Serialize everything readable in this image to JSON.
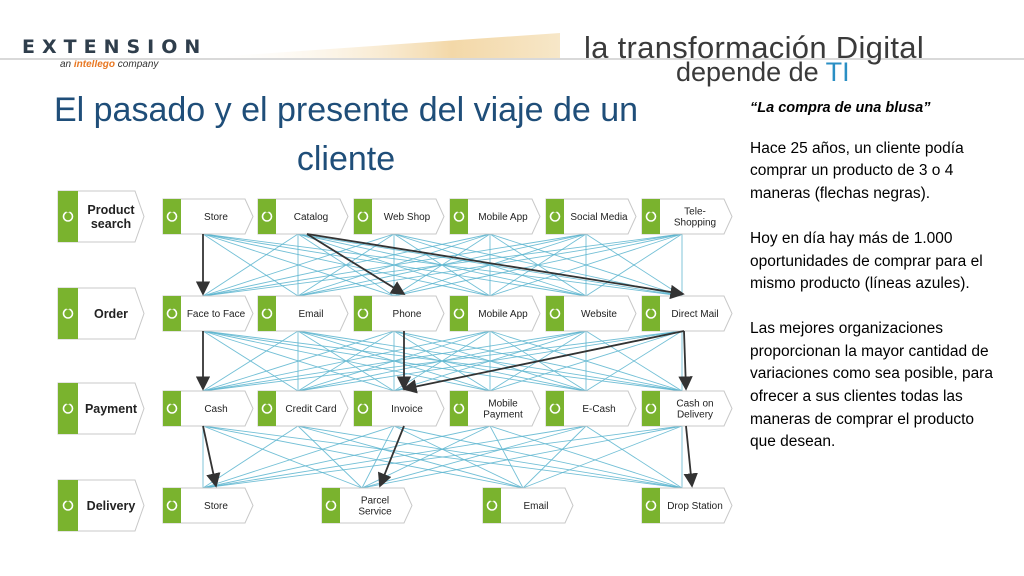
{
  "header": {
    "logo_text": "EXTENSION",
    "logo_sub_prefix": "an ",
    "logo_sub_brand": "intellego",
    "logo_sub_suffix": " company",
    "tagline_line1": "la transformación Digital",
    "tagline_line2_prefix": "depende de ",
    "tagline_line2_accent": "TI"
  },
  "slide": {
    "title": "El pasado y el presente del viaje de un cliente"
  },
  "sidebar": {
    "quote": "“La compra de una blusa”",
    "paragraphs": [
      "Hace 25 años, un cliente podía comprar un producto de 3 o 4 maneras (flechas negras).",
      "Hoy en día hay más de 1.000 oportunidades de comprar para el mismo producto (líneas azules).",
      "Las mejores organizaciones proporcionan la mayor cantidad de variaciones como sea posible, para ofrecer a sus clientes todas las maneras de comprar el producto que desean."
    ]
  },
  "diagram": {
    "colors": {
      "green": "#7ab32e",
      "line_blue": "#5bb5cf",
      "arrow": "#333333",
      "box_border": "#c8c8c8"
    },
    "rows": [
      {
        "stage": "Product search",
        "stage_lines": [
          "Product",
          "search"
        ],
        "items": [
          [
            "Store"
          ],
          [
            "Catalog"
          ],
          [
            "Web Shop"
          ],
          [
            "Mobile App"
          ],
          [
            "Social Media"
          ],
          [
            "Tele-",
            "Shopping"
          ]
        ]
      },
      {
        "stage": "Order",
        "stage_lines": [
          "Order"
        ],
        "items": [
          [
            "Face to Face"
          ],
          [
            "Email"
          ],
          [
            "Phone"
          ],
          [
            "Mobile App"
          ],
          [
            "Website"
          ],
          [
            "Direct Mail"
          ]
        ]
      },
      {
        "stage": "Payment",
        "stage_lines": [
          "Payment"
        ],
        "items": [
          [
            "Cash"
          ],
          [
            "Credit Card"
          ],
          [
            "Invoice"
          ],
          [
            "Mobile",
            "Payment"
          ],
          [
            "E-Cash"
          ],
          [
            "Cash on",
            "Delivery"
          ]
        ]
      },
      {
        "stage": "Delivery",
        "stage_lines": [
          "Delivery"
        ],
        "items": [
          [
            "Store"
          ],
          [
            "Parcel",
            "Service"
          ],
          [
            "Email"
          ],
          [
            "Drop Station"
          ]
        ]
      }
    ]
  }
}
